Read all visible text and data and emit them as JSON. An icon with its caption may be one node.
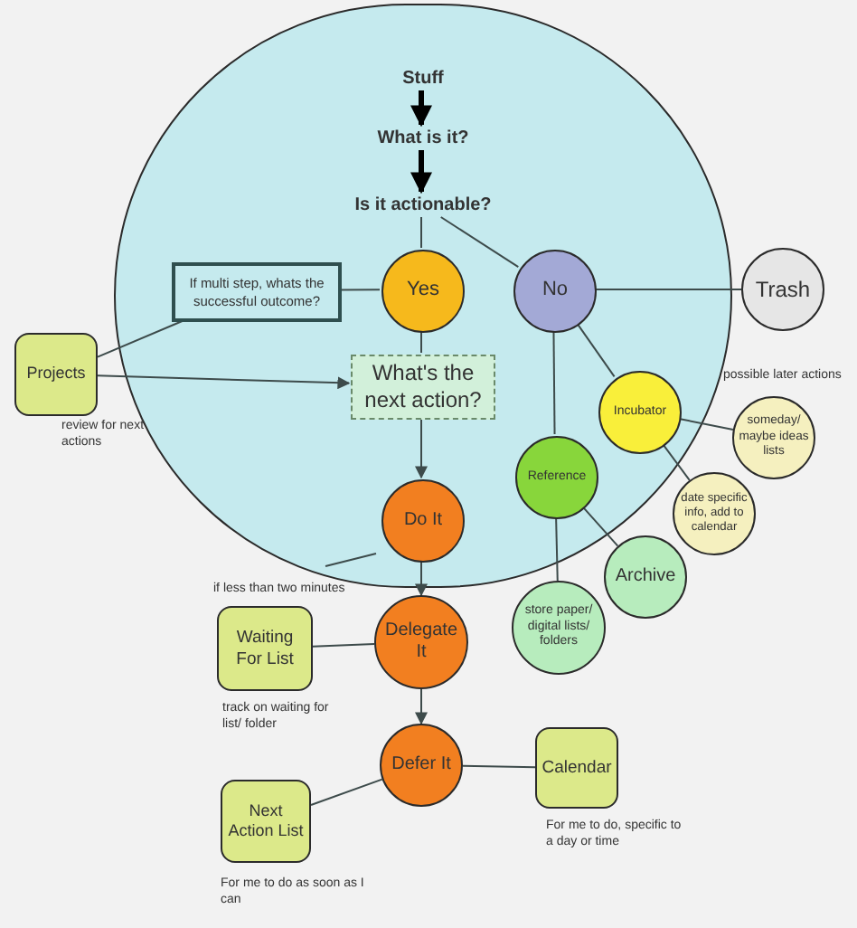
{
  "diagram": {
    "nodes": [
      {
        "text": [],
        "shape": "circle"
      },
      {
        "text": [
          "Stuff"
        ],
        "in": 0
      },
      {
        "text": [
          "What is it?"
        ],
        "in": 0
      },
      {
        "text": [
          "Is it actionable?"
        ],
        "in": 0
      },
      {
        "text": [
          "Yes"
        ],
        "in": 0
      },
      {
        "text": [
          "No"
        ],
        "in": 0
      },
      {
        "text": [
          "Trash"
        ]
      },
      {
        "text": [
          "If multi step, whats the successful outcome?"
        ],
        "in": 0
      },
      {
        "text": [
          "Projects"
        ],
        "beside": [
          "review for next actions"
        ]
      },
      {
        "text": [
          "What's the next action?"
        ],
        "in": 0
      },
      {
        "text": [
          "Incubator"
        ],
        "in": 0
      },
      {
        "text": [
          "someday/ maybe ideas lists"
        ],
        "beside": [
          "possible later actions"
        ]
      },
      {
        "text": [
          "Reference"
        ],
        "in": 0
      },
      {
        "text": [
          "date specific info, add to calendar"
        ]
      },
      {
        "text": [
          "Do It"
        ],
        "in": 0
      },
      {
        "text": [
          "Archive"
        ]
      },
      {
        "text": [
          "store paper/ digital lists/ folders"
        ]
      },
      {
        "text": [
          "Delegate It"
        ]
      },
      {
        "text": [
          "Waiting For List"
        ],
        "beside": [
          "track on waiting for list/ folder"
        ]
      },
      {
        "text": [
          "Defer It"
        ]
      },
      {
        "text": [
          "Calendar"
        ],
        "beside": [
          "For me to do, specific to a day or time"
        ]
      },
      {
        "text": [
          "Next Action List"
        ],
        "beside": [
          "For me to do as soon as I can"
        ]
      }
    ],
    "edges": [
      {
        "from": 1,
        "to": 2,
        "arrow": "to",
        "style": "thick",
        "color": "#000000"
      },
      {
        "from": 2,
        "to": 3,
        "arrow": "to",
        "style": "thick",
        "color": "#000000"
      },
      {
        "from": 3,
        "to": 4,
        "arrow": "none"
      },
      {
        "from": 3,
        "to": 5,
        "arrow": "none"
      },
      {
        "from": 5,
        "to": 6,
        "arrow": "none"
      },
      {
        "from": 8,
        "to": 7,
        "arrow": "none"
      },
      {
        "from": 7,
        "to": 4,
        "arrow": "none"
      },
      {
        "from": 4,
        "to": 9,
        "arrow": "none"
      },
      {
        "from": 8,
        "to": 9,
        "arrow": "to"
      },
      {
        "from": 5,
        "to": 10,
        "arrow": "none"
      },
      {
        "from": 10,
        "to": 11,
        "arrow": "none"
      },
      {
        "from": 10,
        "to": 13,
        "arrow": "none"
      },
      {
        "from": 5,
        "to": 12,
        "arrow": "none"
      },
      {
        "from": 12,
        "to": 15,
        "arrow": "none"
      },
      {
        "from": 12,
        "to": 16,
        "arrow": "none"
      },
      {
        "from": 9,
        "to": 14,
        "arrow": "to"
      },
      {
        "from": 14,
        "to": 17,
        "arrow": "to"
      },
      {
        "from": 17,
        "to": 18,
        "arrow": "none"
      },
      {
        "from": 17,
        "to": 19,
        "arrow": "to"
      },
      {
        "from": 19,
        "to": 20,
        "arrow": "none"
      },
      {
        "from": 19,
        "to": 21,
        "arrow": "none"
      }
    ],
    "labels": [
      "if less than two minutes"
    ]
  }
}
